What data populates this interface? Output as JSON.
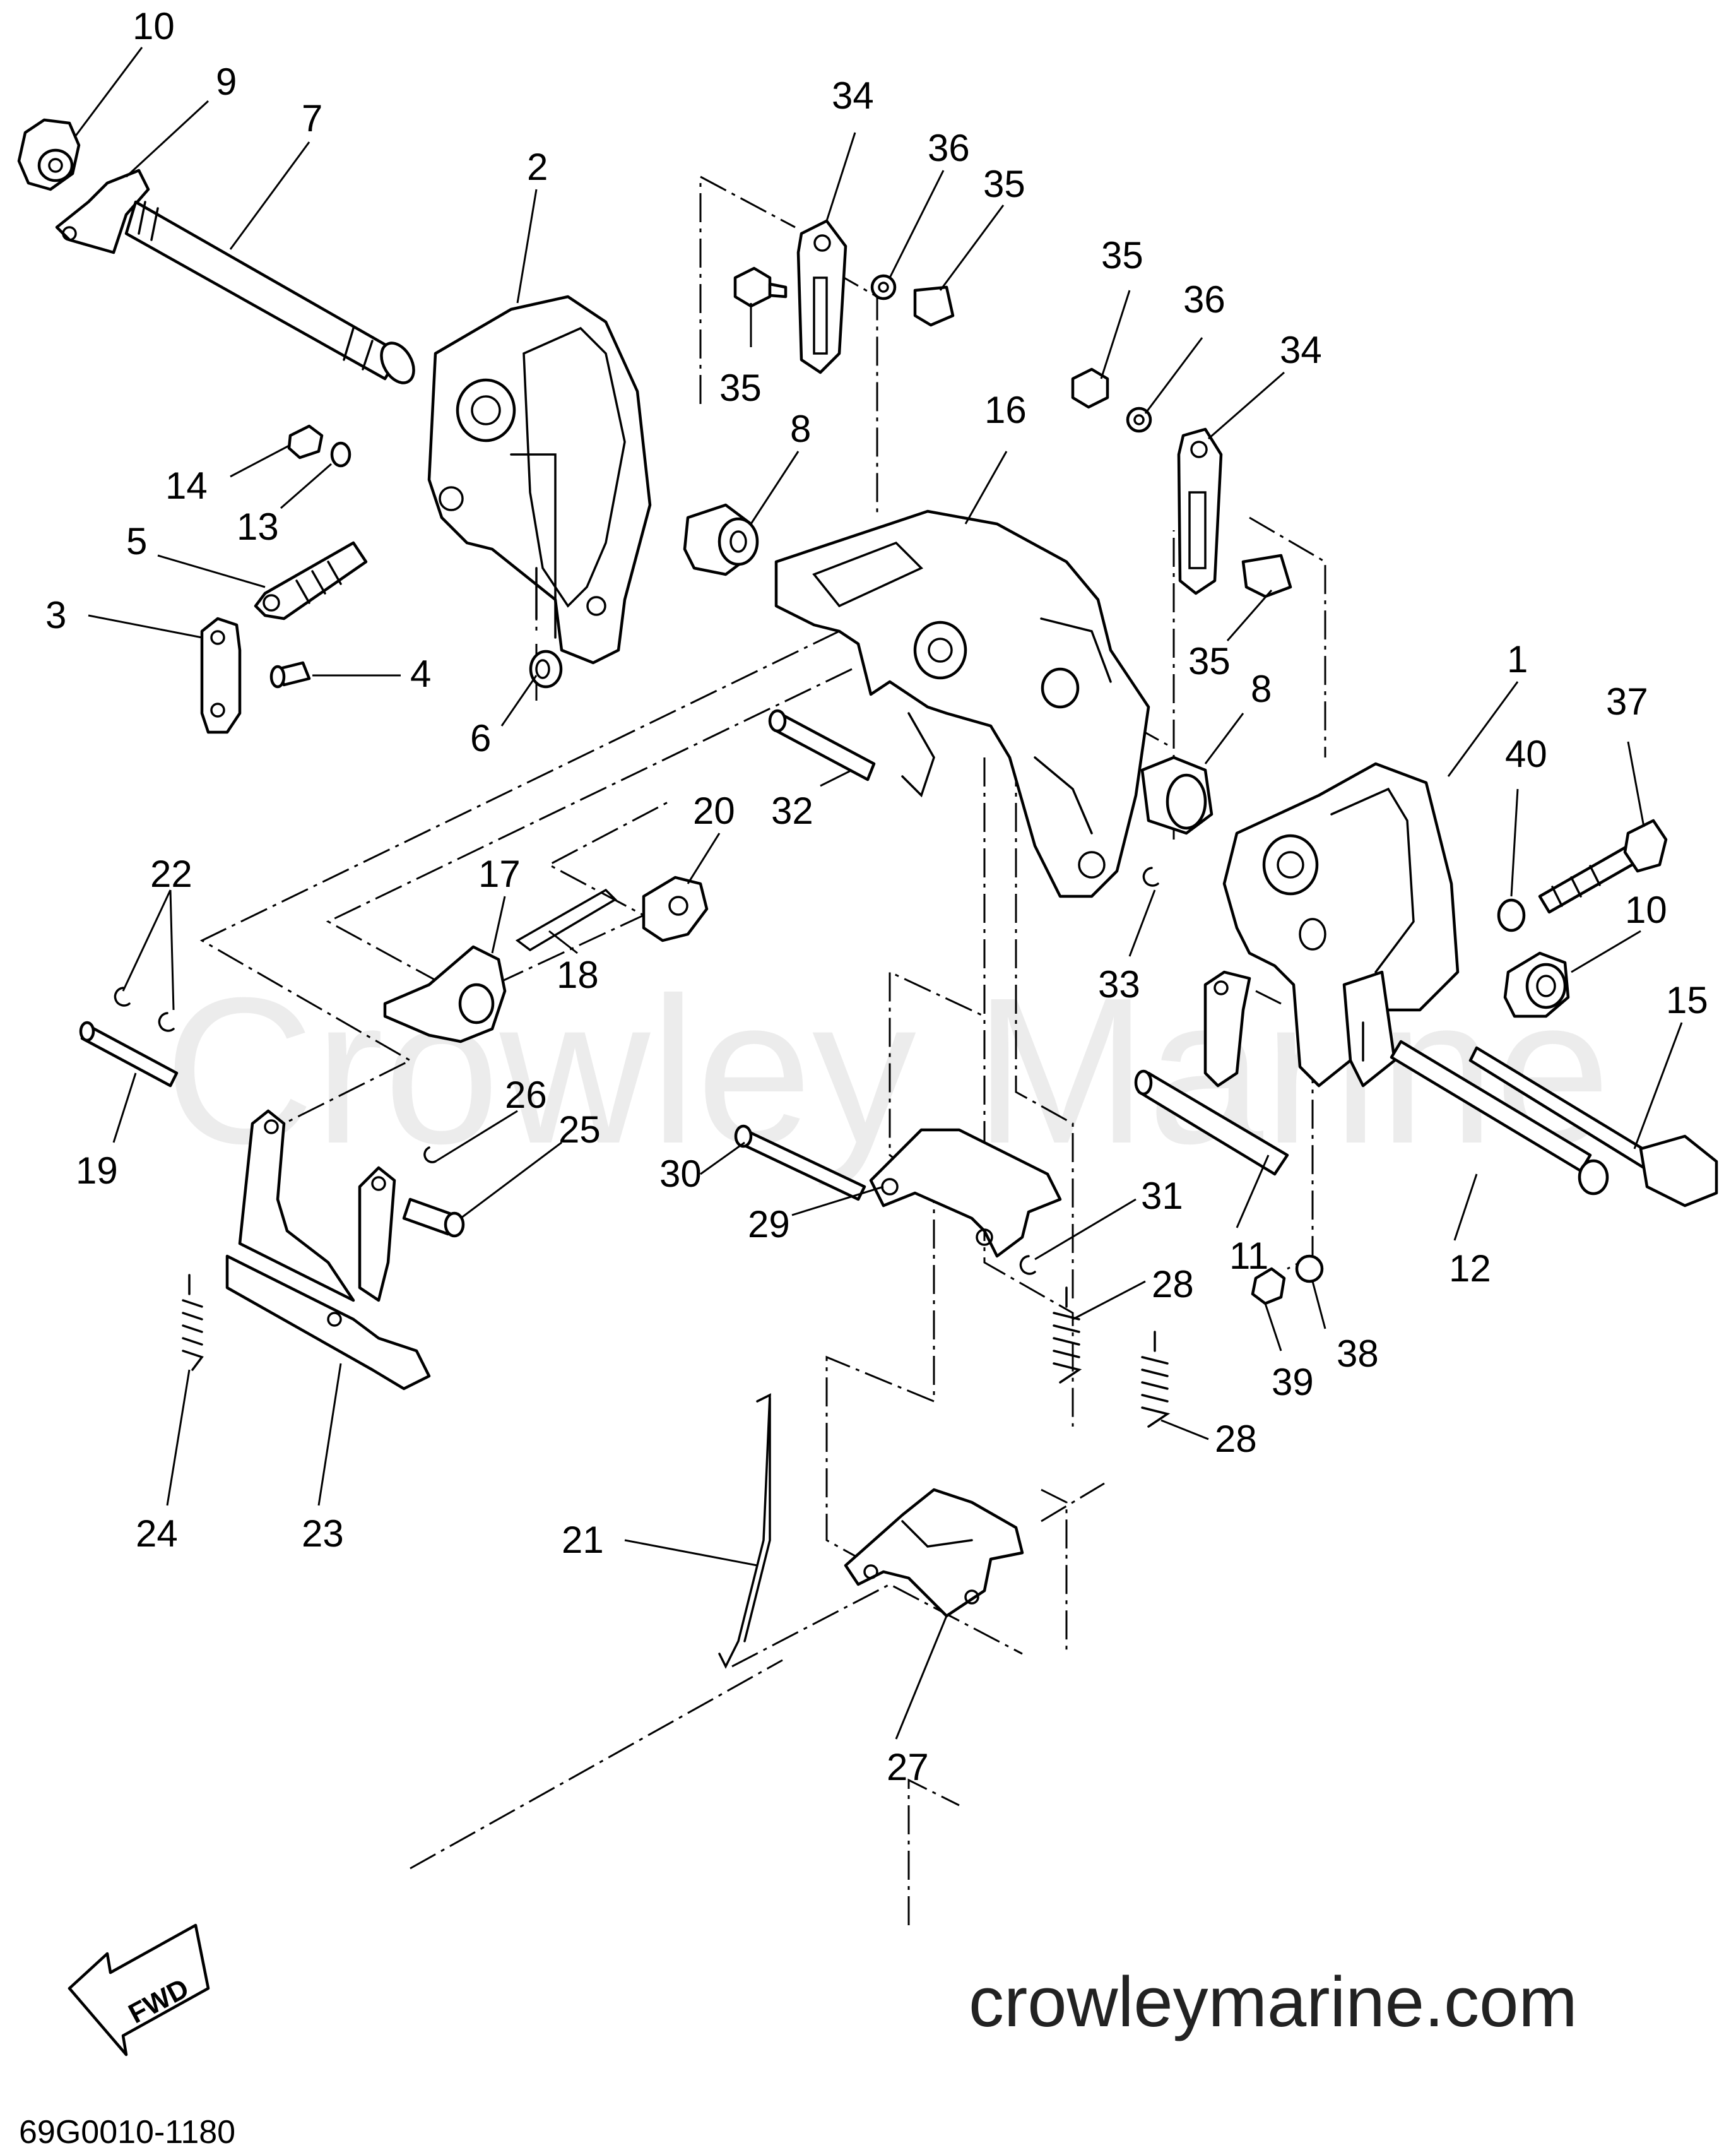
{
  "watermark": "Crowley Marine",
  "website": "crowleymarine.com",
  "diagram_code": "69G0010-1180",
  "direction_arrow": {
    "label": "FWD",
    "icon": "fwd-arrow-icon"
  },
  "callouts": [
    {
      "key": "c10a",
      "text": "10"
    },
    {
      "key": "c9",
      "text": "9"
    },
    {
      "key": "c7",
      "text": "7"
    },
    {
      "key": "c2",
      "text": "2"
    },
    {
      "key": "c34a",
      "text": "34"
    },
    {
      "key": "c36a",
      "text": "36"
    },
    {
      "key": "c35a",
      "text": "35"
    },
    {
      "key": "c35b",
      "text": "35"
    },
    {
      "key": "c35c",
      "text": "35"
    },
    {
      "key": "c36b",
      "text": "36"
    },
    {
      "key": "c34b",
      "text": "34"
    },
    {
      "key": "c14",
      "text": "14"
    },
    {
      "key": "c13",
      "text": "13"
    },
    {
      "key": "c8a",
      "text": "8"
    },
    {
      "key": "c16",
      "text": "16"
    },
    {
      "key": "c5",
      "text": "5"
    },
    {
      "key": "c3",
      "text": "3"
    },
    {
      "key": "c4",
      "text": "4"
    },
    {
      "key": "c6",
      "text": "6"
    },
    {
      "key": "c35d",
      "text": "35"
    },
    {
      "key": "c8b",
      "text": "8"
    },
    {
      "key": "c1",
      "text": "1"
    },
    {
      "key": "c37",
      "text": "37"
    },
    {
      "key": "c40",
      "text": "40"
    },
    {
      "key": "c32",
      "text": "32"
    },
    {
      "key": "c20",
      "text": "20"
    },
    {
      "key": "c22",
      "text": "22"
    },
    {
      "key": "c17",
      "text": "17"
    },
    {
      "key": "c10b",
      "text": "10"
    },
    {
      "key": "c18",
      "text": "18"
    },
    {
      "key": "c33",
      "text": "33"
    },
    {
      "key": "c15",
      "text": "15"
    },
    {
      "key": "c26",
      "text": "26"
    },
    {
      "key": "c25",
      "text": "25"
    },
    {
      "key": "c19",
      "text": "19"
    },
    {
      "key": "c30",
      "text": "30"
    },
    {
      "key": "c31",
      "text": "31"
    },
    {
      "key": "c29",
      "text": "29"
    },
    {
      "key": "c11",
      "text": "11"
    },
    {
      "key": "c12",
      "text": "12"
    },
    {
      "key": "c28a",
      "text": "28"
    },
    {
      "key": "c38",
      "text": "38"
    },
    {
      "key": "c39",
      "text": "39"
    },
    {
      "key": "c28b",
      "text": "28"
    },
    {
      "key": "c24",
      "text": "24"
    },
    {
      "key": "c23",
      "text": "23"
    },
    {
      "key": "c21",
      "text": "21"
    },
    {
      "key": "c27",
      "text": "27"
    }
  ]
}
